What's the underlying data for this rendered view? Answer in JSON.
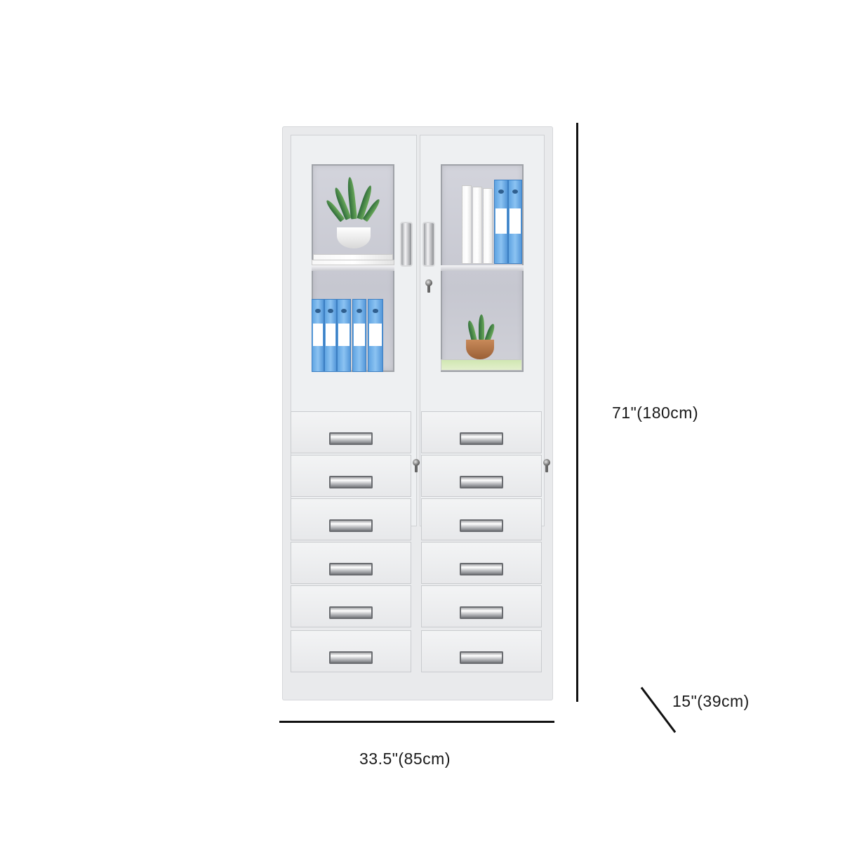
{
  "dimensions": {
    "height_label": "71\"(180cm)",
    "width_label": "33.5\"(85cm)",
    "depth_label": "15\"(39cm)"
  },
  "colors": {
    "cabinet": "#e9eaec",
    "binder_blue": "#5aa0e0",
    "line": "#111111"
  },
  "icons": {
    "lock": "keyhole-lock-icon",
    "handle": "pull-handle-icon"
  }
}
